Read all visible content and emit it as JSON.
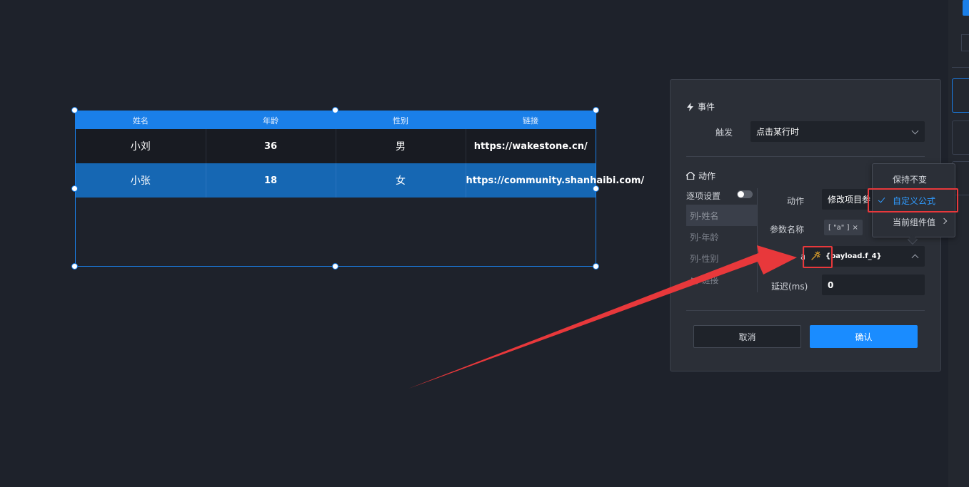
{
  "table": {
    "headers": [
      "姓名",
      "年龄",
      "性别",
      "链接"
    ],
    "rows": [
      [
        "小刘",
        "36",
        "男",
        "https://wakestone.cn/"
      ],
      [
        "小张",
        "18",
        "女",
        "https://community.shanhaibi.com/"
      ]
    ]
  },
  "dialog": {
    "event_section": "事件",
    "trigger_label": "触发",
    "trigger_value": "点击某行时",
    "action_section": "动作",
    "per_item_label": "逐项设置",
    "columns": [
      "列-姓名",
      "列-年龄",
      "列-性别",
      "列-链接"
    ],
    "action_label": "动作",
    "action_value": "修改项目参",
    "param_name_label": "参数名称",
    "param_tag": "[ \"a\" ]",
    "param_tag_close": "×",
    "a_label": "a",
    "formula_value": "{payload.f_4}",
    "delay_label": "延迟(ms)",
    "delay_value": "0",
    "cancel_label": "取消",
    "confirm_label": "确认"
  },
  "menu": {
    "items": [
      "保持不变",
      "自定义公式",
      "当前组件值"
    ],
    "selected_index": 1
  },
  "colors": {
    "accent": "#1a7fe8",
    "confirm": "#1a8cff",
    "highlight": "#e8383b",
    "panel": "#2b2f37",
    "background": "#1e222b"
  },
  "icons": {
    "event": "lightning-icon",
    "action": "home-icon",
    "formula": "magic-wand-icon"
  }
}
